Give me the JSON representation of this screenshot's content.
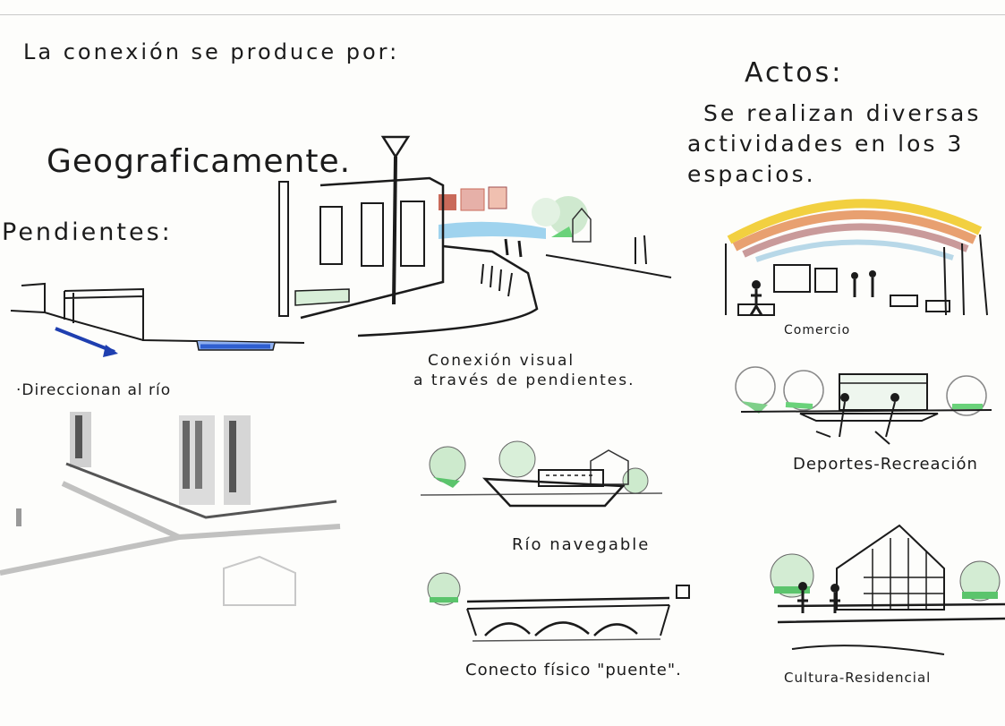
{
  "intro": "La conexión se produce por:",
  "geographic": {
    "title": "Geograficamente.",
    "slopes_label": "Pendientes:",
    "direction_note": "·Direccionan al río",
    "visual_connection_line1": "Conexión visual",
    "visual_connection_line2": "a través de pendientes."
  },
  "acts": {
    "title": "Actos:",
    "description_line1": "Se realizan diversas",
    "description_line2": "actividades en los 3",
    "description_line3": "espacios.",
    "commerce": "Comercio",
    "sports": "Deportes-Recreación",
    "culture": "Cultura-Residencial"
  },
  "river": {
    "navigable": "Río navegable",
    "bridge": "Conecto físico \"puente\"."
  },
  "colors": {
    "ink": "#1b1b1b",
    "river_blue": "#2f5fd0",
    "foliage_green": "#4cbf6a",
    "rainbow_orange": "#e8a070",
    "rainbow_yellow": "#f2d040",
    "roof_red": "#c96a5a"
  },
  "icons": [
    "slope-arrow-icon",
    "street-lamp-icon",
    "boat-icon",
    "bridge-icon",
    "tree-icon",
    "person-icon"
  ]
}
